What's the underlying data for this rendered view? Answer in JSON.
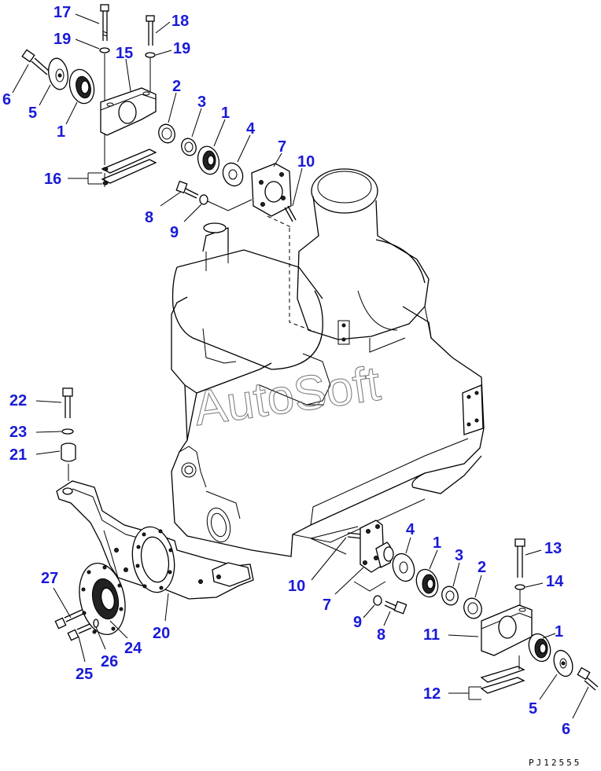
{
  "diagram": {
    "watermark": "AutoSoft",
    "reference_code": "PJ12555",
    "callouts": [
      {
        "id": "c17a",
        "label": "17"
      },
      {
        "id": "c18",
        "label": "18"
      },
      {
        "id": "c19a",
        "label": "19"
      },
      {
        "id": "c19b",
        "label": "19"
      },
      {
        "id": "c15",
        "label": "15"
      },
      {
        "id": "c6a",
        "label": "6"
      },
      {
        "id": "c5a",
        "label": "5"
      },
      {
        "id": "c1a",
        "label": "1"
      },
      {
        "id": "c2a",
        "label": "2"
      },
      {
        "id": "c3a",
        "label": "3"
      },
      {
        "id": "c1b",
        "label": "1"
      },
      {
        "id": "c4a",
        "label": "4"
      },
      {
        "id": "c7a",
        "label": "7"
      },
      {
        "id": "c10a",
        "label": "10"
      },
      {
        "id": "c16",
        "label": "16"
      },
      {
        "id": "c8a",
        "label": "8"
      },
      {
        "id": "c9a",
        "label": "9"
      },
      {
        "id": "c22",
        "label": "22"
      },
      {
        "id": "c23",
        "label": "23"
      },
      {
        "id": "c21",
        "label": "21"
      },
      {
        "id": "c27",
        "label": "27"
      },
      {
        "id": "c24",
        "label": "24"
      },
      {
        "id": "c26",
        "label": "26"
      },
      {
        "id": "c25",
        "label": "25"
      },
      {
        "id": "c20",
        "label": "20"
      },
      {
        "id": "c4b",
        "label": "4"
      },
      {
        "id": "c1c",
        "label": "1"
      },
      {
        "id": "c3b",
        "label": "3"
      },
      {
        "id": "c2b",
        "label": "2"
      },
      {
        "id": "c10b",
        "label": "10"
      },
      {
        "id": "c7b",
        "label": "7"
      },
      {
        "id": "c9b",
        "label": "9"
      },
      {
        "id": "c8b",
        "label": "8"
      },
      {
        "id": "c13",
        "label": "13"
      },
      {
        "id": "c14",
        "label": "14"
      },
      {
        "id": "c11",
        "label": "11"
      },
      {
        "id": "c1d",
        "label": "1"
      },
      {
        "id": "c12",
        "label": "12"
      },
      {
        "id": "c5b",
        "label": "5"
      },
      {
        "id": "c6b",
        "label": "6"
      }
    ]
  }
}
